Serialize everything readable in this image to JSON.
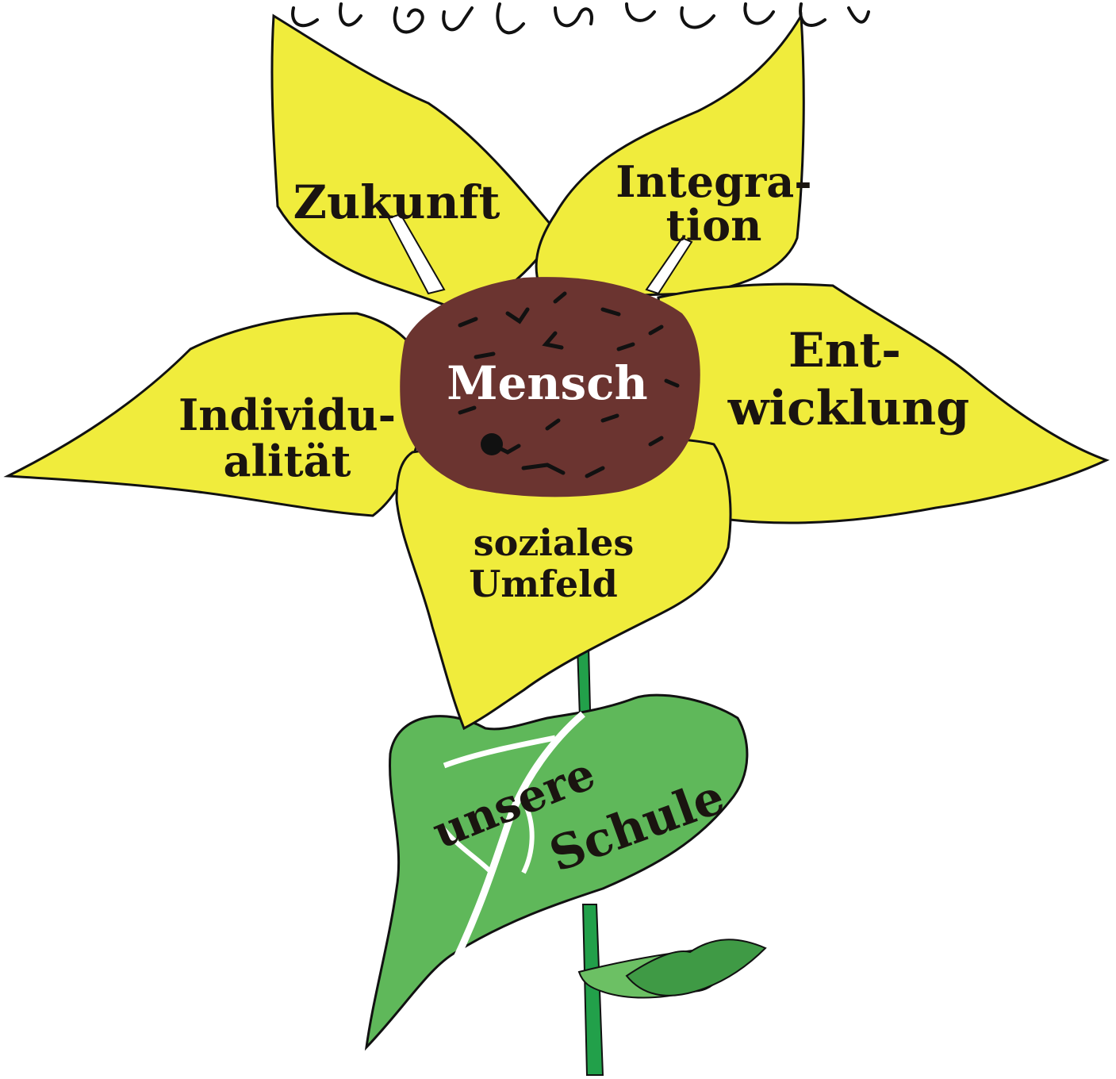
{
  "diagram": {
    "top_script_text": "",
    "center_label": "Mensch",
    "petals": [
      {
        "id": "zukunft",
        "lines": [
          "Zukunft"
        ]
      },
      {
        "id": "integration",
        "lines": [
          "Integra-",
          "tion"
        ]
      },
      {
        "id": "entwicklung",
        "lines": [
          "Ent-",
          "wicklung"
        ]
      },
      {
        "id": "individualitaet",
        "lines": [
          "Individu-",
          "alität"
        ]
      },
      {
        "id": "soziales-umfeld",
        "lines": [
          "soziales",
          "Umfeld"
        ]
      }
    ],
    "leaf_label": {
      "lines": [
        "unsere",
        "Schule"
      ]
    }
  },
  "colors": {
    "petal": "#f0ec3c",
    "petal_stroke": "#111111",
    "center": "#6b3430",
    "leaf": "#5fb85a",
    "leaf_dark": "#3f9a45",
    "stem": "#22a04a",
    "text": "#1a1410",
    "center_text": "#ffffff"
  }
}
